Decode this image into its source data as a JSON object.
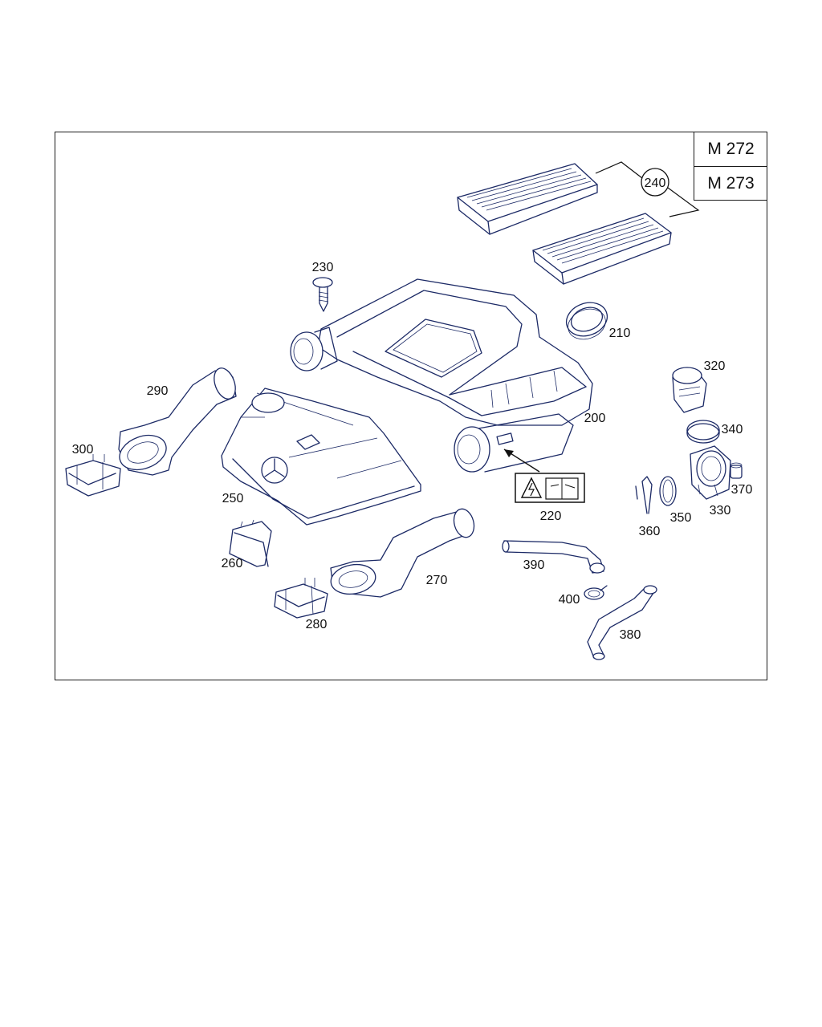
{
  "models": [
    "M 272",
    "M 273"
  ],
  "parts": {
    "p200": "200",
    "p210": "210",
    "p220": "220",
    "p230": "230",
    "p240": "240",
    "p250": "250",
    "p260": "260",
    "p270": "270",
    "p280": "280",
    "p290": "290",
    "p300": "300",
    "p320": "320",
    "p330": "330",
    "p340": "340",
    "p350": "350",
    "p360": "360",
    "p370": "370",
    "p380": "380",
    "p390": "390",
    "p400": "400"
  },
  "colors": {
    "line": "#1c2a66",
    "frame": "#1a1a1a"
  }
}
